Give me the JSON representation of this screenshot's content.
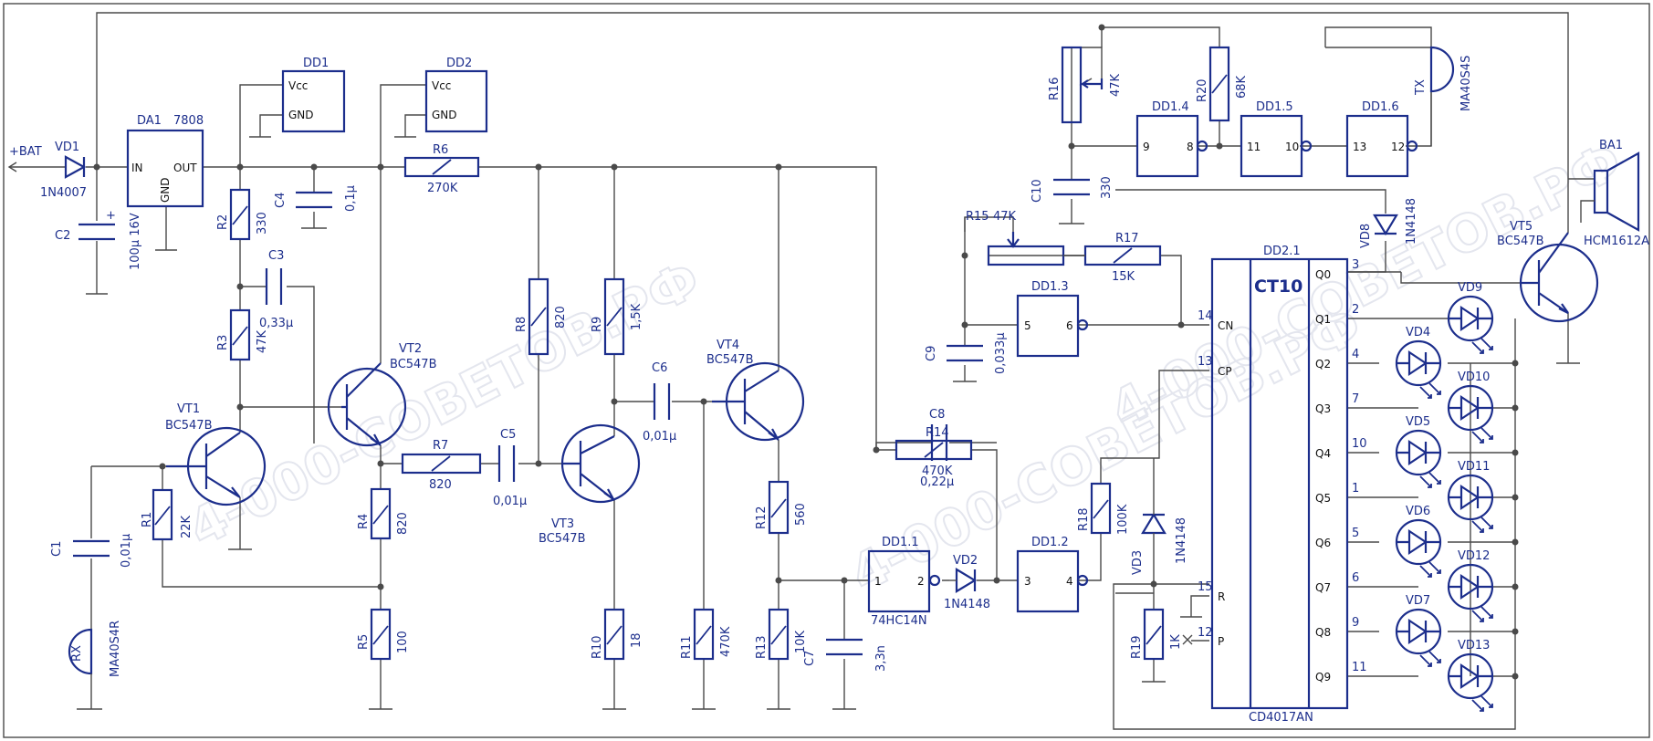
{
  "watermark": [
    "4-000-СОВЕТОВ.РФ",
    "4-000-СОВЕТОВ.РФ",
    "4-000-СОВЕТОВ.РФ"
  ],
  "supply": {
    "label": "+BAT"
  },
  "resistors": [
    {
      "ref": "R1",
      "value": "22K"
    },
    {
      "ref": "R2",
      "value": "330"
    },
    {
      "ref": "R3",
      "value": "47K"
    },
    {
      "ref": "R4",
      "value": "820"
    },
    {
      "ref": "R5",
      "value": "100"
    },
    {
      "ref": "R6",
      "value": "270K"
    },
    {
      "ref": "R7",
      "value": "820"
    },
    {
      "ref": "R8",
      "value": "820"
    },
    {
      "ref": "R9",
      "value": "1,5K"
    },
    {
      "ref": "R10",
      "value": "18"
    },
    {
      "ref": "R11",
      "value": "470K"
    },
    {
      "ref": "R12",
      "value": "560"
    },
    {
      "ref": "R13",
      "value": "10K"
    },
    {
      "ref": "R14",
      "value": "470K"
    },
    {
      "ref": "R15",
      "value": "47K"
    },
    {
      "ref": "R16",
      "value": "47K"
    },
    {
      "ref": "R17",
      "value": "15K"
    },
    {
      "ref": "R18",
      "value": "100K"
    },
    {
      "ref": "R19",
      "value": "1K"
    },
    {
      "ref": "R20",
      "value": "68K"
    }
  ],
  "capacitors": [
    {
      "ref": "C1",
      "value": "0,01µ"
    },
    {
      "ref": "C2",
      "value": "100µ 16V"
    },
    {
      "ref": "C3",
      "value": "0,33µ"
    },
    {
      "ref": "C4",
      "value": "0,1µ"
    },
    {
      "ref": "C5",
      "value": "0,01µ"
    },
    {
      "ref": "C6",
      "value": "0,01µ"
    },
    {
      "ref": "C7",
      "value": "3,3n"
    },
    {
      "ref": "C8",
      "value": "0,22µ"
    },
    {
      "ref": "C9",
      "value": "0,033µ"
    },
    {
      "ref": "C10",
      "value": "330"
    }
  ],
  "transistors": [
    {
      "ref": "VT1",
      "type": "BC547B"
    },
    {
      "ref": "VT2",
      "type": "BC547B"
    },
    {
      "ref": "VT3",
      "type": "BC547B"
    },
    {
      "ref": "VT4",
      "type": "BC547B"
    },
    {
      "ref": "VT5",
      "type": "BC547B"
    }
  ],
  "diodes": [
    {
      "ref": "VD1",
      "type": "1N4007"
    },
    {
      "ref": "VD2",
      "type": "1N4148"
    },
    {
      "ref": "VD3",
      "type": "1N4148"
    },
    {
      "ref": "VD8",
      "type": "1N4148"
    }
  ],
  "leds": [
    "VD4",
    "VD5",
    "VD6",
    "VD7",
    "VD9",
    "VD10",
    "VD11",
    "VD12",
    "VD13"
  ],
  "regulator": {
    "ref": "DA1",
    "type": "7808",
    "pins": [
      "IN",
      "GND",
      "OUT"
    ]
  },
  "power_boxes": [
    {
      "ref": "DD1",
      "pins": [
        "Vcc",
        "GND"
      ]
    },
    {
      "ref": "DD2",
      "pins": [
        "Vcc",
        "GND"
      ]
    }
  ],
  "gates": [
    {
      "ref": "DD1.1",
      "in": "1",
      "out": "2",
      "type": "74HC14N"
    },
    {
      "ref": "DD1.2",
      "in": "3",
      "out": "4"
    },
    {
      "ref": "DD1.3",
      "in": "5",
      "out": "6"
    },
    {
      "ref": "DD1.4",
      "in": "9",
      "out": "8"
    },
    {
      "ref": "DD1.5",
      "in": "11",
      "out": "10"
    },
    {
      "ref": "DD1.6",
      "in": "13",
      "out": "12"
    }
  ],
  "counter": {
    "ref": "DD2.1",
    "title": "CT10",
    "type": "CD4017AN",
    "left_pins": [
      {
        "num": "14",
        "name": "CN"
      },
      {
        "num": "13",
        "name": "CP"
      },
      {
        "num": "15",
        "name": "R"
      },
      {
        "num": "12",
        "name": "P"
      }
    ],
    "outputs": [
      {
        "name": "Q0",
        "num": "3"
      },
      {
        "name": "Q1",
        "num": "2"
      },
      {
        "name": "Q2",
        "num": "4"
      },
      {
        "name": "Q3",
        "num": "7"
      },
      {
        "name": "Q4",
        "num": "10"
      },
      {
        "name": "Q5",
        "num": "1"
      },
      {
        "name": "Q6",
        "num": "5"
      },
      {
        "name": "Q7",
        "num": "6"
      },
      {
        "name": "Q8",
        "num": "9"
      },
      {
        "name": "Q9",
        "num": "11"
      }
    ]
  },
  "transducers": [
    {
      "ref": "RX",
      "type": "MA40S4R"
    },
    {
      "ref": "TX",
      "type": "MA40S4S"
    }
  ],
  "buzzer": {
    "ref": "BA1",
    "type": "HCM1612A"
  }
}
